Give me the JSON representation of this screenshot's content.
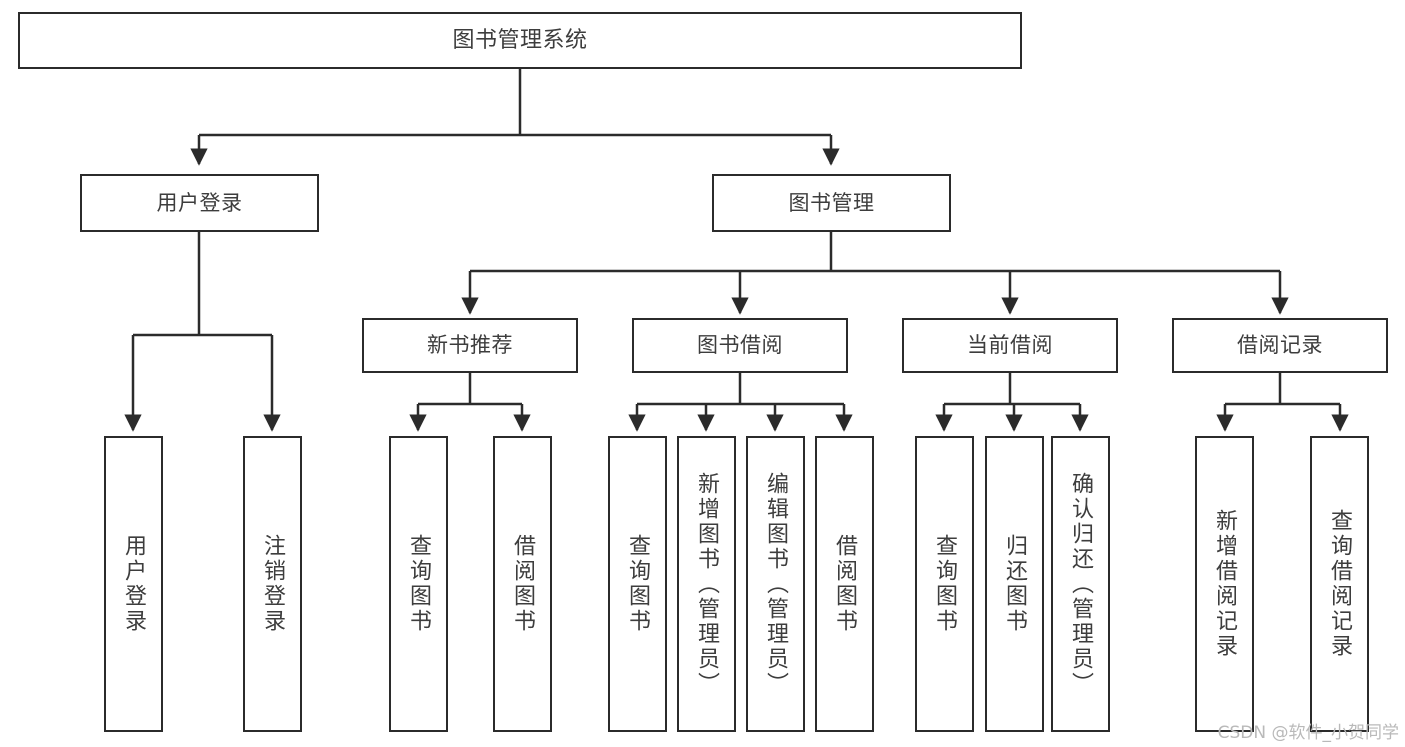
{
  "diagram": {
    "title": "图书管理系统",
    "type": "tree-hierarchy-chart",
    "orientation": "top-down",
    "colors": {
      "box_border": "#2b2b2b",
      "box_fill": "#ffffff",
      "edge": "#2b2b2b",
      "text": "#3d3d3d",
      "watermark": "#b9b9b9",
      "background": "#ffffff"
    },
    "levels": {
      "root": "图书管理系统",
      "level2": [
        "用户登录",
        "图书管理"
      ],
      "level3": [
        "新书推荐",
        "图书借阅",
        "当前借阅",
        "借阅记录"
      ]
    },
    "nodes": {
      "root": {
        "label": "图书管理系统"
      },
      "user_login": {
        "label": "用户登录"
      },
      "book_manage": {
        "label": "图书管理"
      },
      "new_book_rec": {
        "label": "新书推荐"
      },
      "book_borrow": {
        "label": "图书借阅"
      },
      "current_borrow": {
        "label": "当前借阅"
      },
      "borrow_record": {
        "label": "借阅记录"
      },
      "leaf_user_login": {
        "label": "用户登录"
      },
      "leaf_logout": {
        "label": "注销登录"
      },
      "leaf_query_book_1": {
        "label": "查询图书"
      },
      "leaf_borrow_book_1": {
        "label": "借阅图书"
      },
      "leaf_query_book_2": {
        "label": "查询图书"
      },
      "leaf_add_book_admin": {
        "label": "新增图书（管理员）"
      },
      "leaf_edit_book_admin": {
        "label": "编辑图书（管理员）"
      },
      "leaf_borrow_book_2": {
        "label": "借阅图书"
      },
      "leaf_query_book_3": {
        "label": "查询图书"
      },
      "leaf_return_book": {
        "label": "归还图书"
      },
      "leaf_confirm_return_admin": {
        "label": "确认归还（管理员）"
      },
      "leaf_add_record": {
        "label": "新增借阅记录"
      },
      "leaf_query_record": {
        "label": "查询借阅记录"
      }
    },
    "edges": [
      {
        "from": "root",
        "to": "user_login"
      },
      {
        "from": "root",
        "to": "book_manage"
      },
      {
        "from": "user_login",
        "to": "leaf_user_login"
      },
      {
        "from": "user_login",
        "to": "leaf_logout"
      },
      {
        "from": "book_manage",
        "to": "new_book_rec"
      },
      {
        "from": "book_manage",
        "to": "book_borrow"
      },
      {
        "from": "book_manage",
        "to": "current_borrow"
      },
      {
        "from": "book_manage",
        "to": "borrow_record"
      },
      {
        "from": "new_book_rec",
        "to": "leaf_query_book_1"
      },
      {
        "from": "new_book_rec",
        "to": "leaf_borrow_book_1"
      },
      {
        "from": "book_borrow",
        "to": "leaf_query_book_2"
      },
      {
        "from": "book_borrow",
        "to": "leaf_add_book_admin"
      },
      {
        "from": "book_borrow",
        "to": "leaf_edit_book_admin"
      },
      {
        "from": "book_borrow",
        "to": "leaf_borrow_book_2"
      },
      {
        "from": "current_borrow",
        "to": "leaf_query_book_3"
      },
      {
        "from": "current_borrow",
        "to": "leaf_return_book"
      },
      {
        "from": "current_borrow",
        "to": "leaf_confirm_return_admin"
      },
      {
        "from": "borrow_record",
        "to": "leaf_add_record"
      },
      {
        "from": "borrow_record",
        "to": "leaf_query_record"
      }
    ]
  },
  "watermark": {
    "text": "CSDN @软件_小贺同学"
  }
}
